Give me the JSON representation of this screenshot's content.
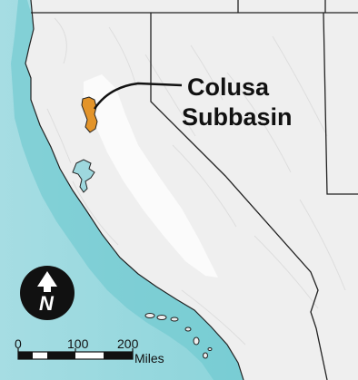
{
  "map": {
    "callout": {
      "line1": "Colusa",
      "line2": "Subbasin"
    },
    "north_arrow": {
      "letter": "N"
    },
    "scale_bar": {
      "ticks": [
        "0",
        "100",
        "200"
      ],
      "unit": "Miles"
    },
    "colors": {
      "ocean": "#9ed8de",
      "coast_shallow": "#6cc8cf",
      "land": "#efefef",
      "valley": "#fafafa",
      "subbasin": "#e3942a",
      "boundary": "#222222"
    }
  }
}
